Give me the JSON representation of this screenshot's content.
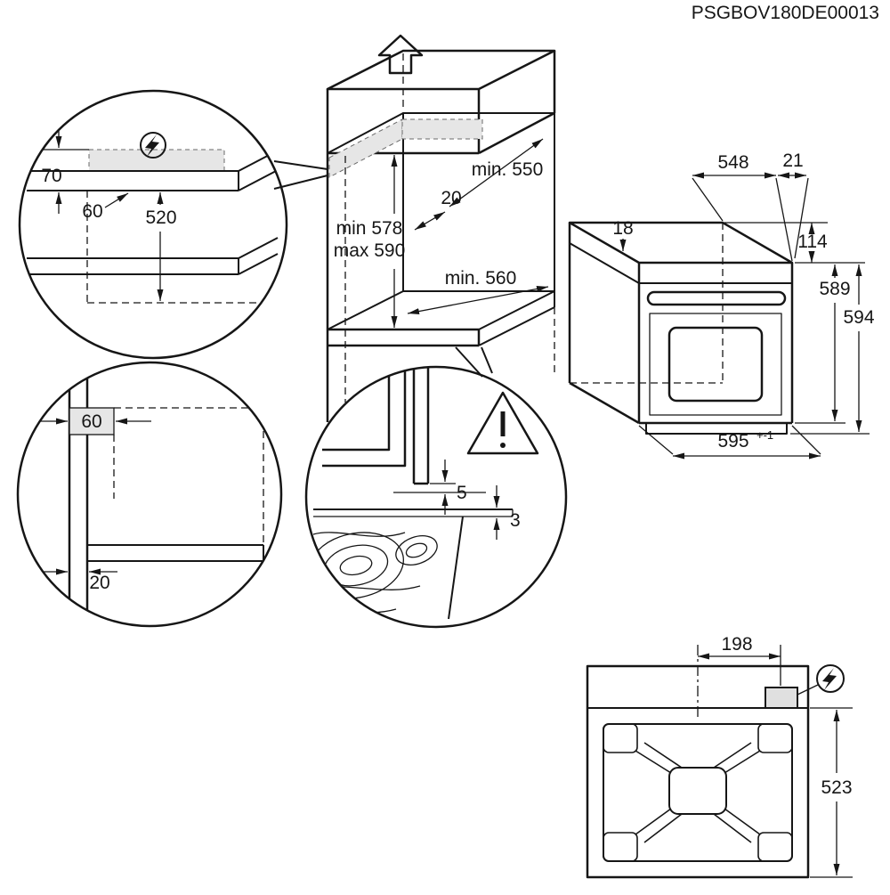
{
  "title": "PSGBOV180DE00013",
  "colors": {
    "line": "#161616",
    "shade": "#e6e6e6",
    "background": "#ffffff"
  },
  "icons": {
    "power": "high-voltage-bolt-icon",
    "warning": "exclamation-triangle-icon",
    "direction": "up-arrow-icon"
  },
  "cabinet": {
    "min550": "min. 550",
    "d20": "20",
    "min578": "min 578",
    "max590": "max 590",
    "min560": "min. 560"
  },
  "top_detail": {
    "d70": "70",
    "d60": "60",
    "d520": "520"
  },
  "plan_detail": {
    "d60": "60",
    "d20": "20"
  },
  "gap_detail": {
    "d5": "5",
    "d3": "3"
  },
  "oven": {
    "d548": "548",
    "d21": "21",
    "d18": "18",
    "d114": "114",
    "d589": "589",
    "d594": "594",
    "d595": "595",
    "tol": "+-1"
  },
  "rear": {
    "d198": "198",
    "d523": "523"
  }
}
